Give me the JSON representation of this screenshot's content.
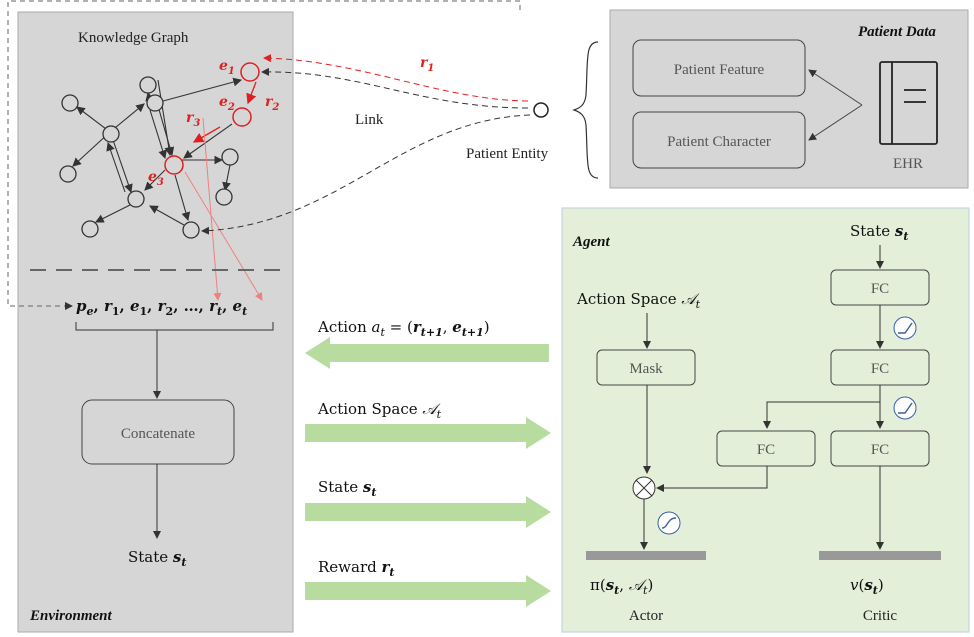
{
  "environment": {
    "kg_title": "Knowledge Graph",
    "path_label": "p_e, r_1, e_1, r_2, ..., r_t, e_t",
    "concat_label": "Concatenate",
    "state_label": "State s_t",
    "env_label": "Environment"
  },
  "graph_labels": {
    "e1": "e_1",
    "e2": "e_2",
    "e3": "e_3",
    "r1": "r_1",
    "r2": "r_2",
    "r3": "r_3"
  },
  "link": {
    "link_label": "Link",
    "entity_label": "Patient Entity"
  },
  "patient": {
    "title": "Patient Data",
    "feature": "Patient Feature",
    "character": "Patient Character",
    "ehr": "EHR"
  },
  "middle": {
    "action": "Action a_t = (r_t+1, e_t+1)",
    "action_space": "Action Space A_t",
    "state": "State s_t",
    "reward": "Reward r_t"
  },
  "agent": {
    "title": "Agent",
    "action_space": "Action Space A_t",
    "mask": "Mask",
    "state": "State s_t",
    "fc": "FC",
    "pi": "π(s_t, A_t)",
    "v": "v(s_t)",
    "actor": "Actor",
    "critic": "Critic"
  },
  "colors": {
    "env_bg": "#d6d6d6",
    "agent_bg": "#e4efda",
    "arrow_green": "#b8dca0",
    "red": "#e02020"
  }
}
